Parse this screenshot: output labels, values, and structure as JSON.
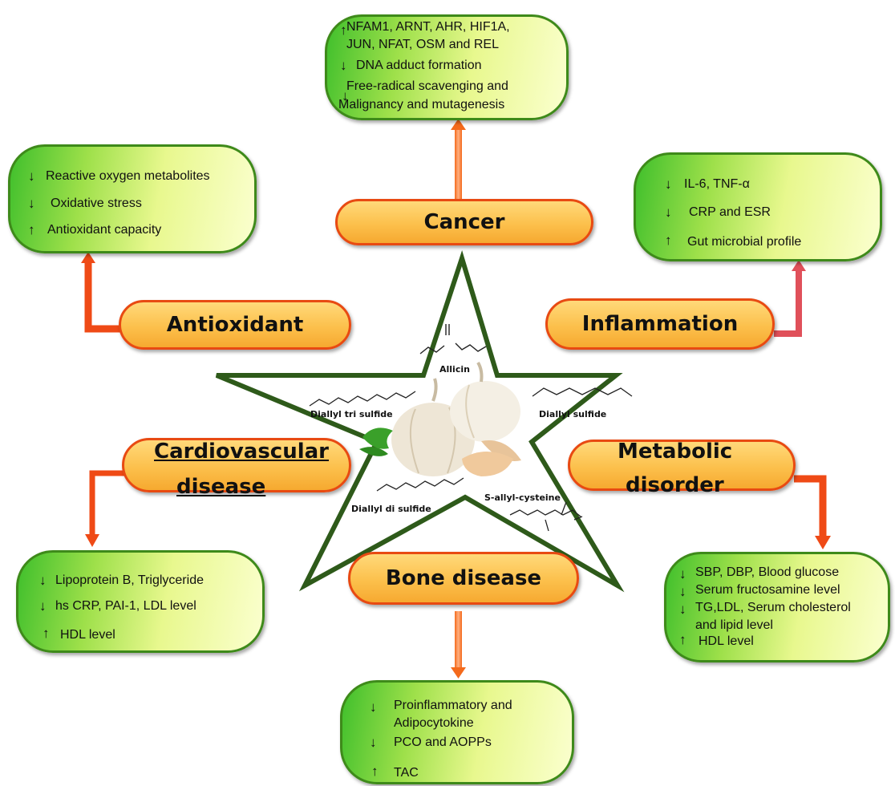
{
  "center": {
    "compounds": [
      "Allicin",
      "Diallyl tri sulfide",
      "Diallyl sulfide",
      "Diallyl di sulfide",
      "S-allyl-cysteine"
    ]
  },
  "categories": {
    "cancer": "Cancer",
    "antioxidant": "Antioxidant",
    "inflammation": "Inflammation",
    "cardio_line1": "Cardiovascular",
    "cardio_line2": "disease",
    "metabolic_line1": "Metabolic",
    "metabolic_line2": "disorder",
    "bone": "Bone disease"
  },
  "effects": {
    "cancer": [
      "NFAM1, ARNT, AHR, HIF1A,",
      "JUN, NFAT, OSM and REL",
      "DNA adduct formation",
      "Free-radical scavenging and",
      "Malignancy and mutagenesis"
    ],
    "antioxidant": [
      "Reactive oxygen metabolites",
      "Oxidative stress",
      "Antioxidant capacity"
    ],
    "inflammation": [
      "IL-6, TNF-α",
      "CRP and ESR",
      "Gut microbial profile"
    ],
    "cardio": [
      "Lipoprotein B, Triglyceride",
      "hs CRP, PAI-1, LDL level",
      "HDL level"
    ],
    "metabolic": [
      "SBP, DBP, Blood glucose",
      "Serum fructosamine level",
      "TG,LDL, Serum cholesterol",
      "and lipid level",
      "HDL level"
    ],
    "bone": [
      "Proinflammatory and",
      "Adipocytokine",
      "PCO and AOPPs",
      "TAC"
    ]
  },
  "arrows": {
    "up": "↑",
    "down": "↓"
  },
  "colors": {
    "box_border": "#3e8a1a",
    "pill_border": "#e84a12",
    "pill_fill": "#fcc04c",
    "star_border": "#2e5a1a",
    "connector": "#ef5a1a"
  }
}
